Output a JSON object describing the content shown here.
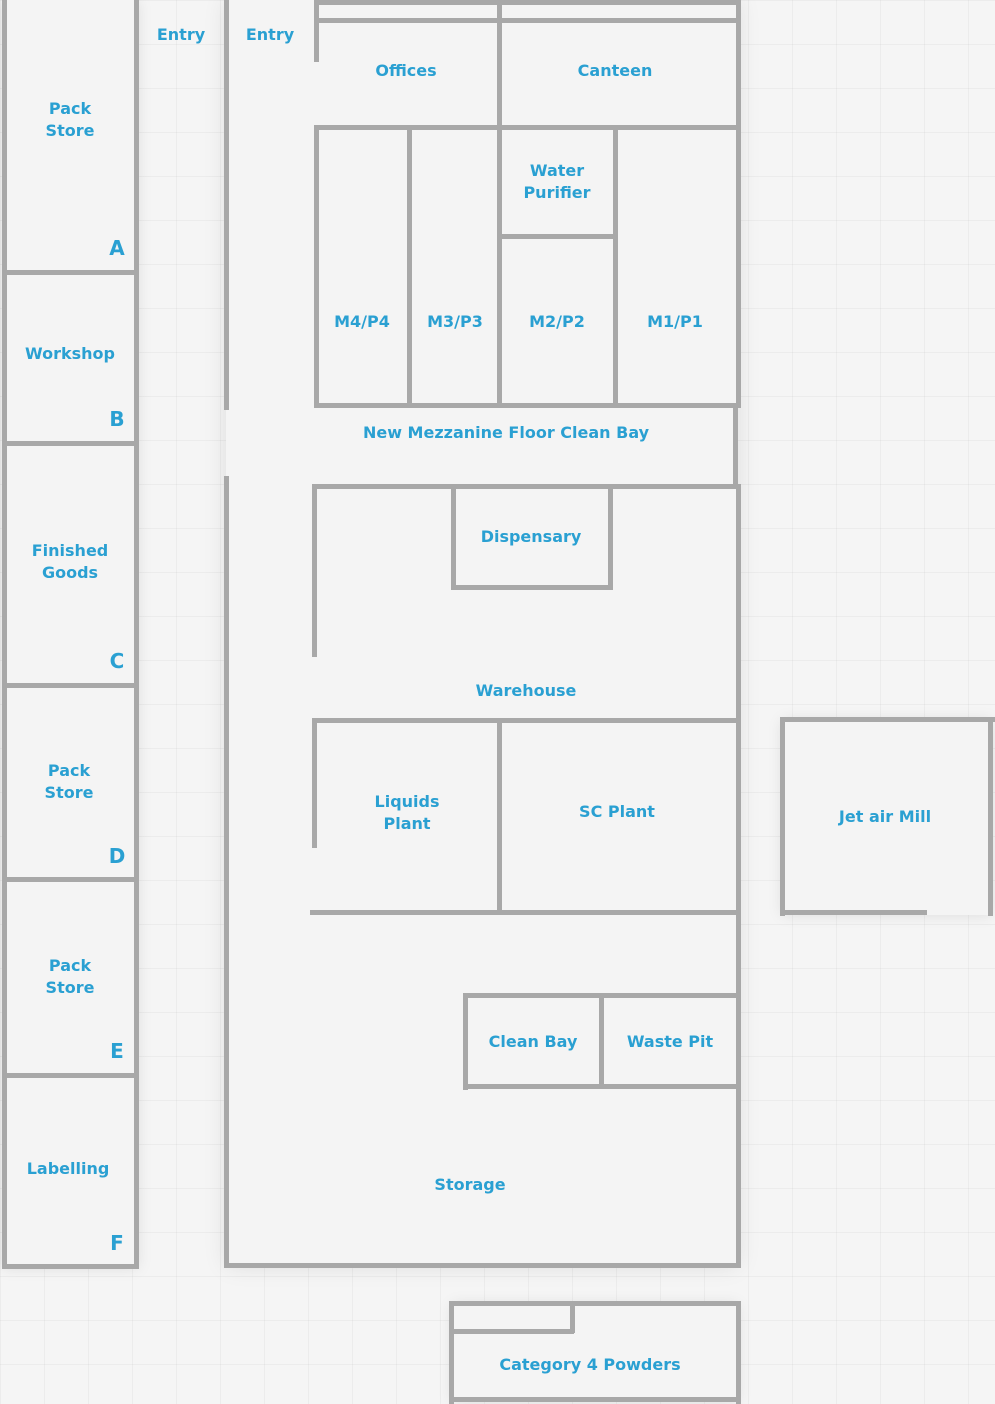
{
  "left_column": [
    {
      "name": "Pack\nStore",
      "letter": "A"
    },
    {
      "name": "Workshop",
      "letter": "B"
    },
    {
      "name": "Finished\nGoods",
      "letter": "C"
    },
    {
      "name": "Pack\nStore",
      "letter": "D"
    },
    {
      "name": "Pack\nStore",
      "letter": "E"
    },
    {
      "name": "Labelling",
      "letter": "F"
    }
  ],
  "entries": [
    "Entry",
    "Entry"
  ],
  "rooms": {
    "offices": "Offices",
    "canteen": "Canteen",
    "water_purifier": "Water\nPurifier",
    "m4p4": "M4/P4",
    "m3p3": "M3/P3",
    "m2p2": "M2/P2",
    "m1p1": "M1/P1",
    "mezzanine": "New Mezzanine Floor Clean Bay",
    "dispensary": "Dispensary",
    "warehouse": "Warehouse",
    "liquids_plant": "Liquids\nPlant",
    "sc_plant": "SC Plant",
    "jet_air_mill": "Jet air Mill",
    "clean_bay": "Clean Bay",
    "waste_pit": "Waste Pit",
    "storage": "Storage",
    "category4": "Category 4 Powders"
  },
  "colors": {
    "wall": "#a8a8a8",
    "label": "#2aa0d2",
    "background": "#f5f5f5"
  }
}
